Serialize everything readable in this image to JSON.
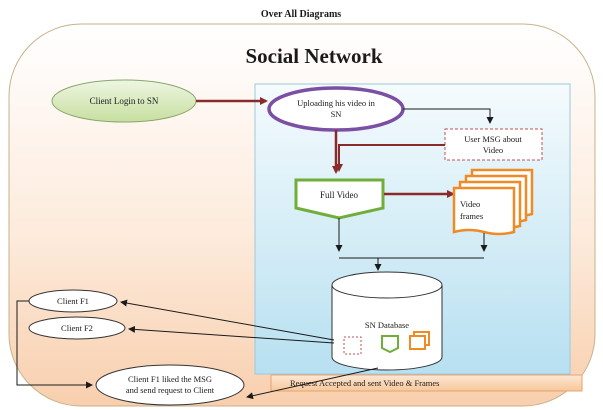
{
  "page_title": "Over All Diagrams",
  "panel_title": "Social Network",
  "nodes": {
    "client_login": "Client Login to SN",
    "uploading_line1": "Uploading his video in",
    "uploading_line2": "SN",
    "user_msg_line1": "User MSG about",
    "user_msg_line2": "Video",
    "full_video": "Full Video",
    "video_frames_line1": "Video",
    "video_frames_line2": "frames",
    "database": "SN Database",
    "client_f1": "Client F1",
    "client_f2": "Client F2",
    "liked_line1": "Client F1 liked the MSG",
    "liked_line2": "and send request to Client",
    "request_banner": "Request Accepted and sent Video & Frames"
  },
  "colors": {
    "panel_gradient_top": "#ffffff",
    "panel_gradient_bottom": "#f8cfae",
    "panel_border": "#c7b28a",
    "title_color": "#e46c0a",
    "inner_box_top": "#f3fafd",
    "inner_box_bottom": "#b5dff1",
    "inner_box_border": "#9cc9df",
    "login_fill": "#d5e8b8",
    "login_border": "#8aa66d",
    "upload_border": "#7b4fa3",
    "full_video_border": "#6fae3a",
    "frames_border": "#f08a24",
    "arrow_dark_red": "#8b2a2a",
    "banner_fill": "#fbd6b5",
    "banner_border": "#e6a36f"
  }
}
